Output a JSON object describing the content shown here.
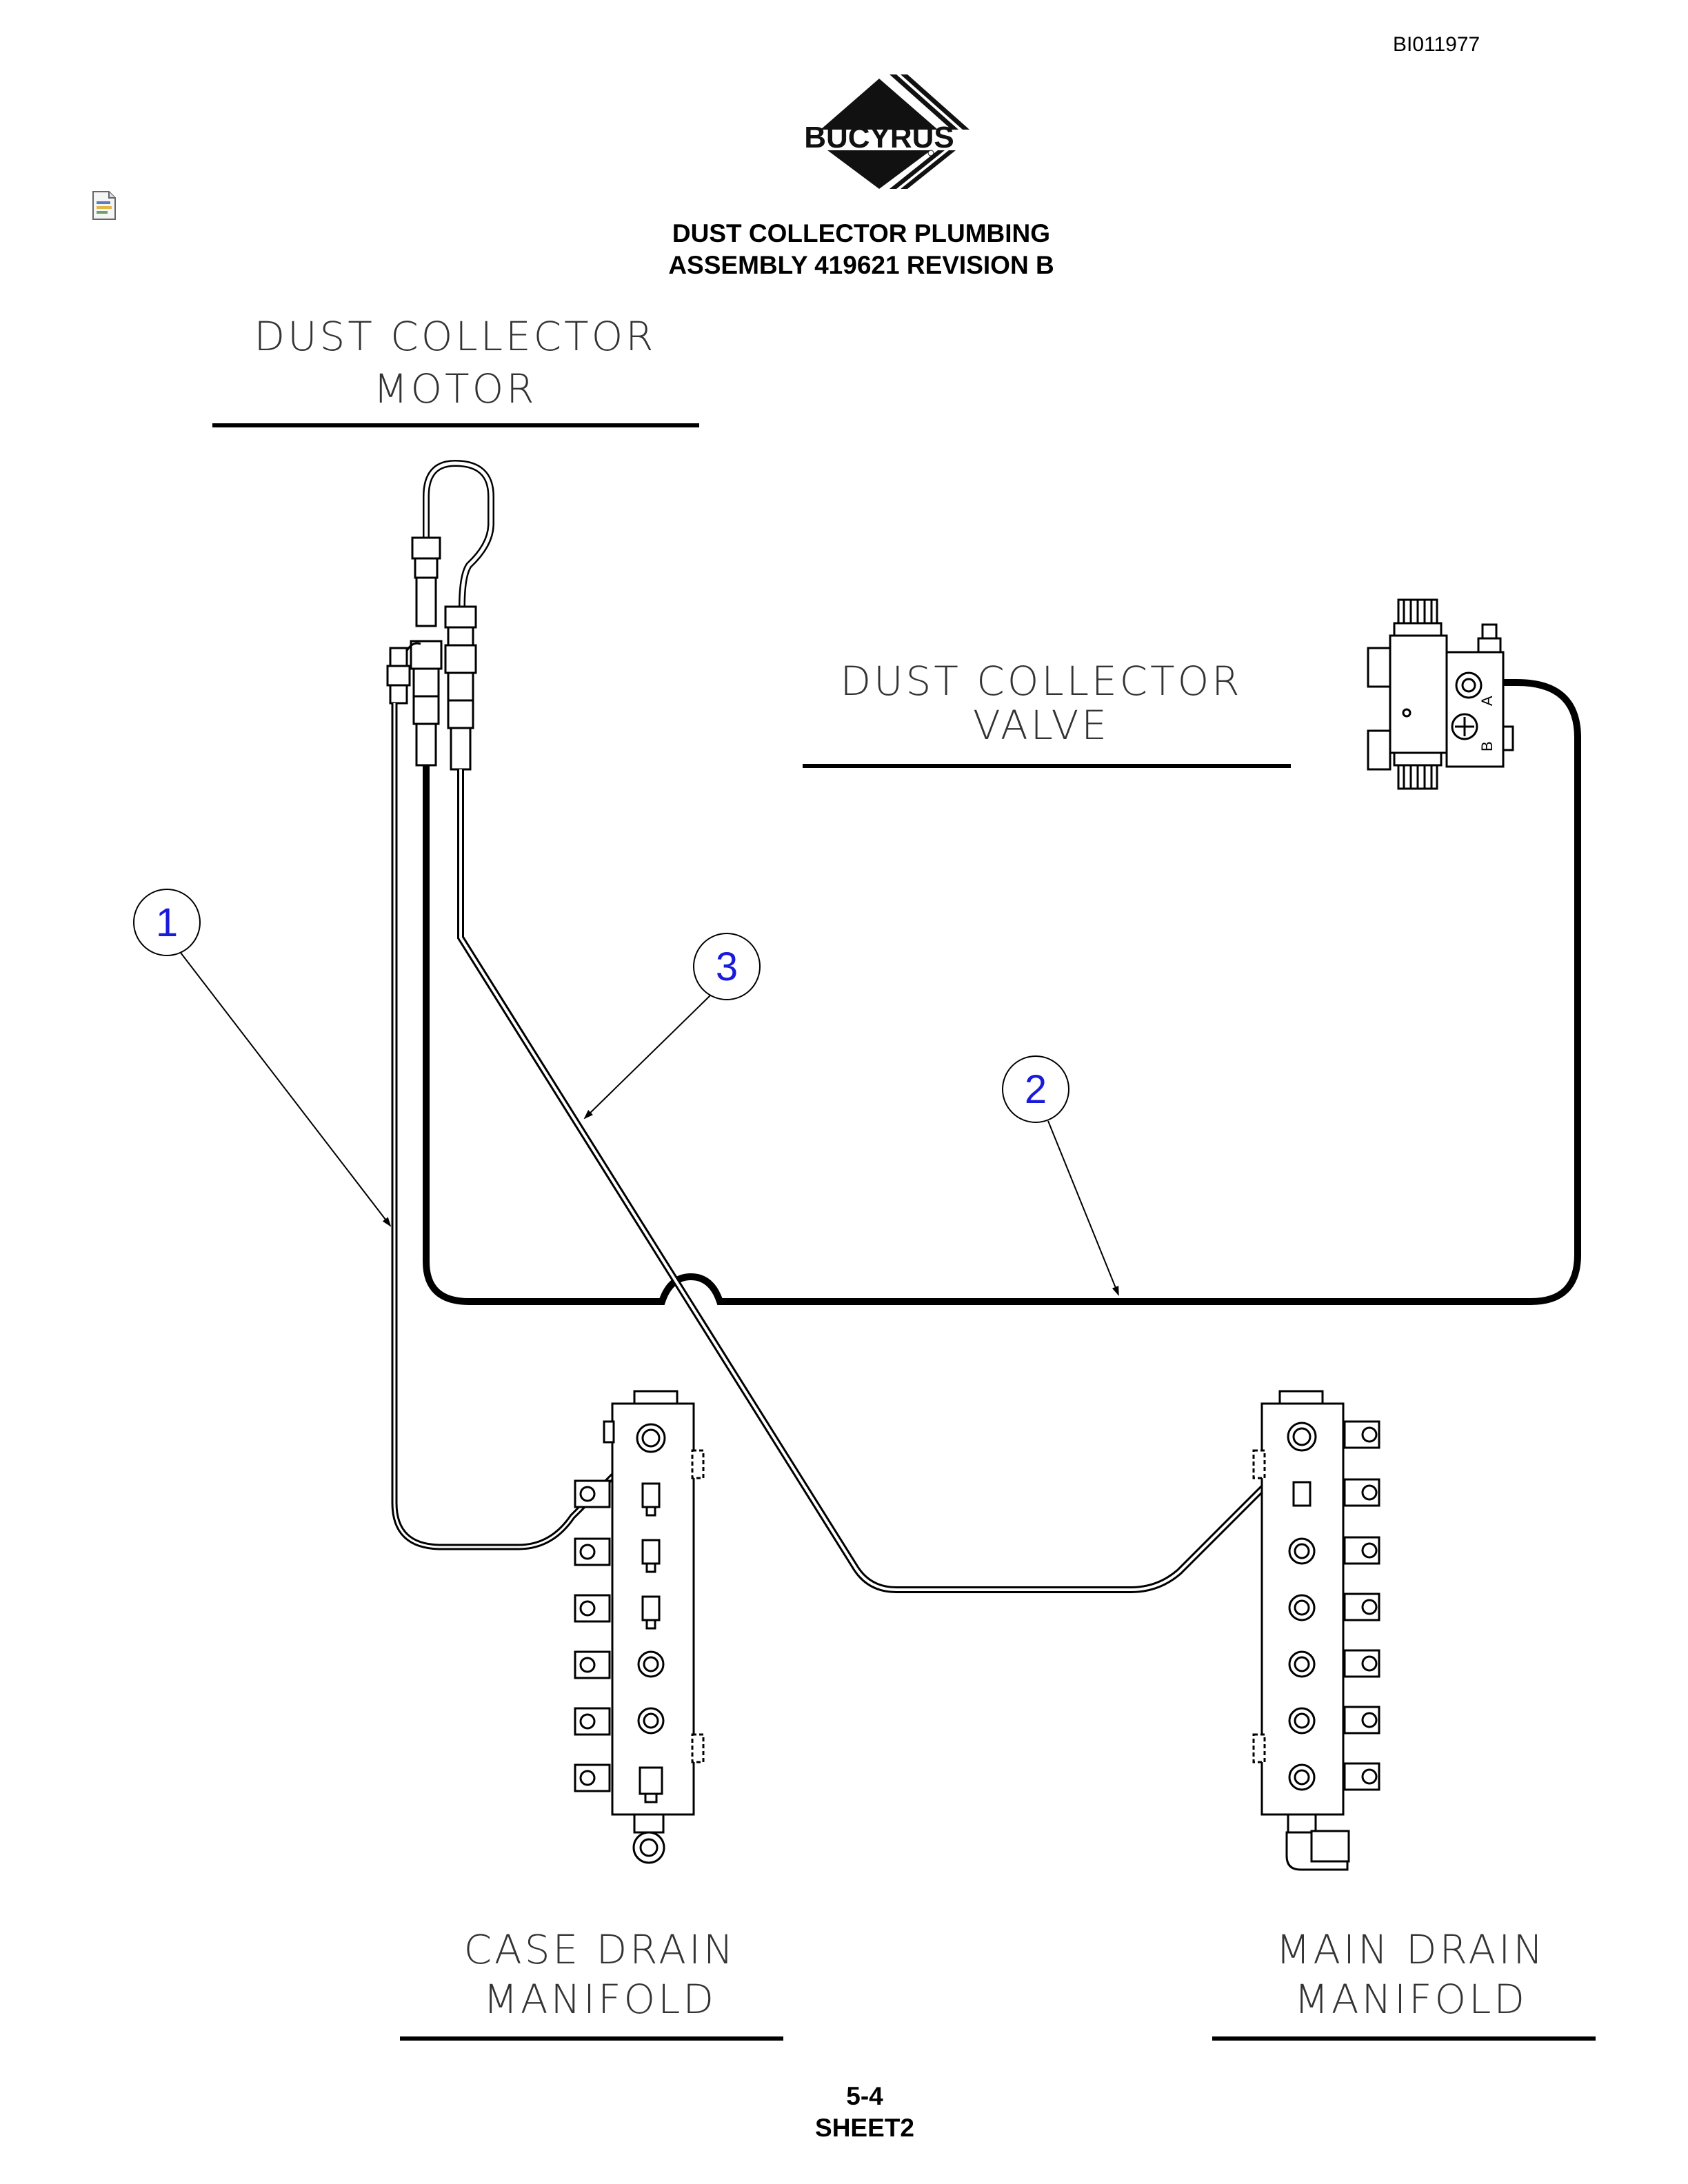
{
  "document": {
    "id": "BI011977",
    "brand": "BUCYRUS",
    "title_line1": "DUST COLLECTOR PLUMBING",
    "title_line2": "ASSEMBLY 419621 REVISION B",
    "page_number": "5-4",
    "sheet": "SHEET2"
  },
  "labels": {
    "motor_line1": "DUST COLLECTOR",
    "motor_line2": "MOTOR",
    "valve_line1": "DUST COLLECTOR",
    "valve_line2": "VALVE",
    "case_drain_line1": "CASE DRAIN",
    "case_drain_line2": "MANIFOLD",
    "main_drain_line1": "MAIN DRAIN",
    "main_drain_line2": "MANIFOLD"
  },
  "valve_ports": {
    "port_a": "A",
    "port_b": "B"
  },
  "callouts": [
    {
      "number": "1"
    },
    {
      "number": "2"
    },
    {
      "number": "3"
    }
  ],
  "colors": {
    "callout": "#1a1adb",
    "line": "#000000"
  },
  "icons": {
    "document": "file-icon",
    "logo": "bucyrus-logo"
  }
}
